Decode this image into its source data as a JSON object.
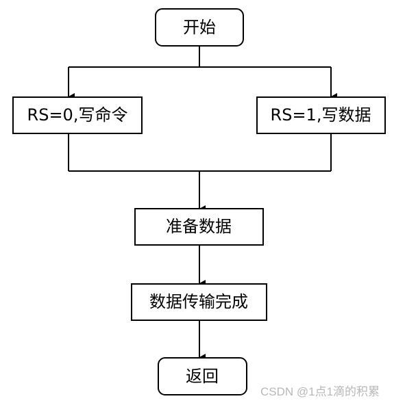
{
  "flowchart": {
    "nodes": [
      {
        "id": "start",
        "label": "开始",
        "shape": "rounded"
      },
      {
        "id": "cmd",
        "label": "RS=0,写命令",
        "shape": "rect"
      },
      {
        "id": "data",
        "label": "RS=1,写数据",
        "shape": "rect"
      },
      {
        "id": "prepare",
        "label": "准备数据",
        "shape": "rect"
      },
      {
        "id": "transfer",
        "label": "数据传输完成",
        "shape": "rect"
      },
      {
        "id": "return",
        "label": "返回",
        "shape": "rounded"
      }
    ],
    "edges": [
      {
        "from": "start",
        "to": "cmd"
      },
      {
        "from": "start",
        "to": "data"
      },
      {
        "from": "cmd",
        "to": "prepare"
      },
      {
        "from": "data",
        "to": "prepare"
      },
      {
        "from": "prepare",
        "to": "transfer"
      },
      {
        "from": "transfer",
        "to": "return"
      }
    ]
  },
  "watermark": "CSDN @1点1滴的积累"
}
